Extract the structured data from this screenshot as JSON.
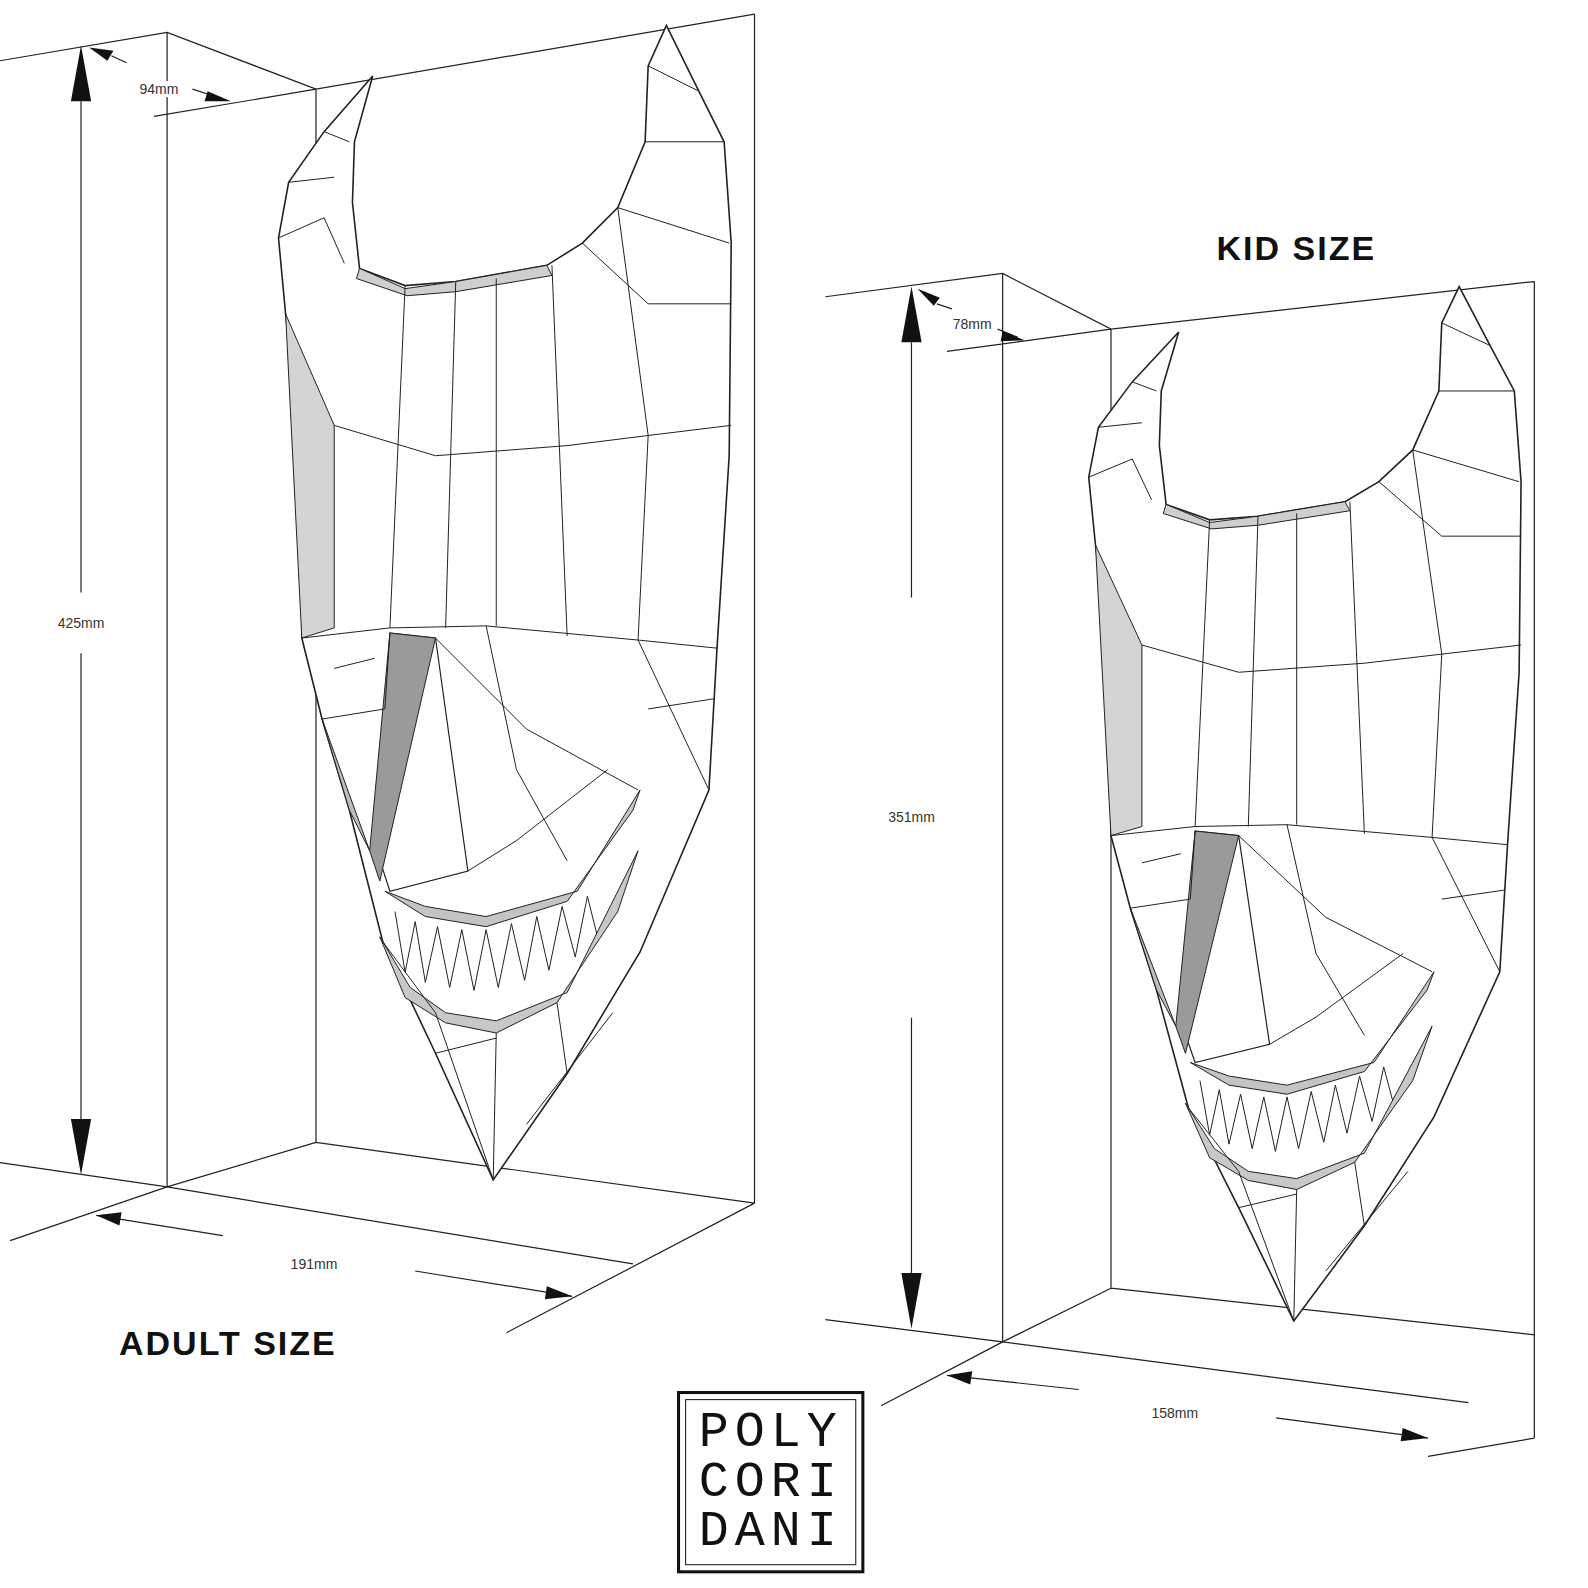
{
  "diagram": {
    "labels": [
      "94mm",
      "425mm",
      "191mm",
      "ADULT SIZE",
      "KID SIZE",
      "78mm",
      "351mm",
      "158mm",
      "POLY",
      "CORI",
      "DANI"
    ]
  }
}
